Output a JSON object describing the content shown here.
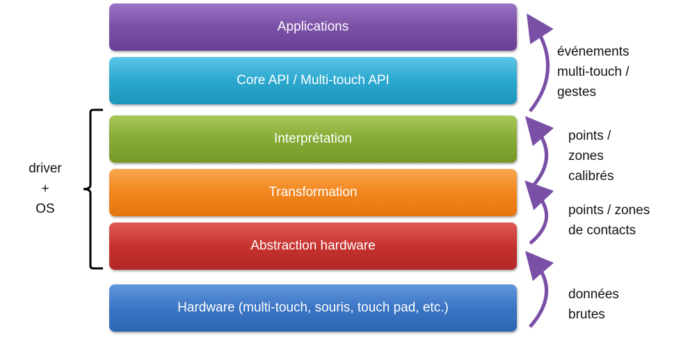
{
  "layers": [
    {
      "label": "Applications",
      "color": "#7a4fa6"
    },
    {
      "label": "Core API / Multi-touch API",
      "color": "#2ba8cf"
    },
    {
      "label": "Interprétation",
      "color": "#86ab35"
    },
    {
      "label": "Transformation",
      "color": "#f2861e"
    },
    {
      "label": "Abstraction hardware",
      "color": "#c6322f"
    },
    {
      "label": "Hardware (multi-touch, souris, touch pad, etc.)",
      "color": "#3a75c4"
    }
  ],
  "bracket_label": {
    "line1": "driver",
    "line2": "+",
    "line3": "OS"
  },
  "annotations": [
    {
      "line1": "événements",
      "line2": "multi-touch /",
      "line3": "gestes"
    },
    {
      "line1": "points  /",
      "line2": "zones",
      "line3": "calibrés"
    },
    {
      "line1": "points / zones",
      "line2": "de contacts"
    },
    {
      "line1": "données",
      "line2": "brutes"
    }
  ],
  "arrow_color": "#7a4fa6"
}
